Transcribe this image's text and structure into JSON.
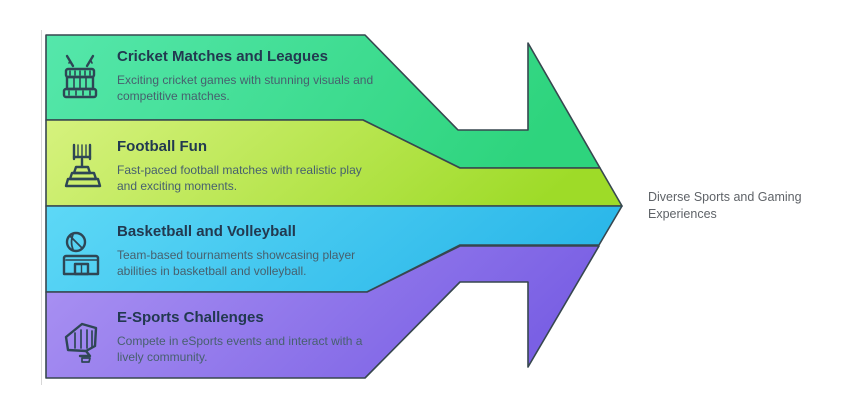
{
  "diagram": {
    "type": "converging-arrow-infographic",
    "arrow_label": "Diverse Sports and Gaming Experiences",
    "colors": {
      "outline": "#37474f",
      "icon_stroke": "#2e4655",
      "label_text": "#5f6368",
      "background": "#ffffff"
    },
    "bands": [
      {
        "title": "Cricket Matches and Leagues",
        "description": "Exciting cricket games with stunning visuals and competitive matches.",
        "icon": "cricket-drum-icon",
        "color_from": "#55e7ab",
        "color_to": "#2ed47d"
      },
      {
        "title": "Football Fun",
        "description": "Fast-paced football matches with realistic play and exciting moments.",
        "icon": "football-goal-icon",
        "color_from": "#d6f27e",
        "color_to": "#9edb28"
      },
      {
        "title": "Basketball and Volleyball",
        "description": "Team-based tournaments showcasing player abilities in basketball and volleyball.",
        "icon": "basketball-hoop-icon",
        "color_from": "#5dd8f6",
        "color_to": "#2bb7e9"
      },
      {
        "title": "E-Sports Challenges",
        "description": "Compete in eSports events and interact with a lively community.",
        "icon": "esports-glove-icon",
        "color_from": "#ab93f3",
        "color_to": "#7a60e4"
      }
    ]
  }
}
